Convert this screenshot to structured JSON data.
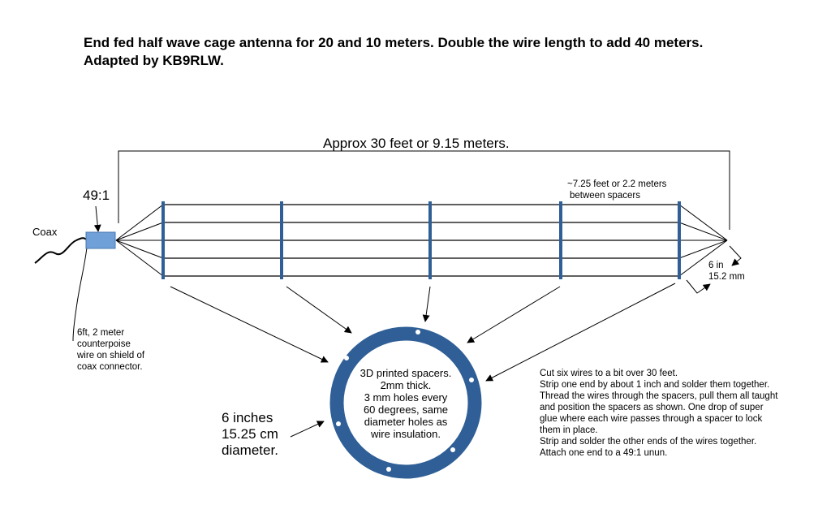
{
  "title": {
    "line1": "End fed half wave cage antenna for 20 and 10 meters.  Double the wire length to add 40 meters.",
    "line2": "Adapted by KB9RLW."
  },
  "labels": {
    "length": "Approx 30 feet or 9.15 meters.",
    "ratio": "49:1",
    "coax": "Coax",
    "spacing_line1": "~7.25 feet or 2.2 meters",
    "spacing_line2": "between spacers",
    "width_line1": "6 in",
    "width_line2": "15.2 mm",
    "counterpoise": [
      "6ft, 2 meter",
      "counterpoise",
      "wire on shield of",
      "coax connector."
    ],
    "spacer_desc": [
      "3D printed spacers.",
      "2mm thick.",
      "3 mm holes every",
      "60 degrees, same",
      "diameter holes as",
      "wire insulation."
    ],
    "diameter": [
      "6 inches",
      "15.25 cm",
      "diameter."
    ],
    "instructions": [
      "Cut six wires to a bit over 30 feet.",
      "Strip one end by about 1 inch and solder them together.",
      "Thread the wires through the spacers, pull them all taught",
      "and position the spacers as shown.  One drop of super",
      "glue where each wire passes through a spacer to lock",
      "them in place.",
      "Strip and solder the other ends of the wires together.",
      "Attach one end to a 49:1 unun."
    ]
  },
  "colors": {
    "spacer": "#2f5f96",
    "unun": "#6fa0d8",
    "wire": "#000000"
  }
}
